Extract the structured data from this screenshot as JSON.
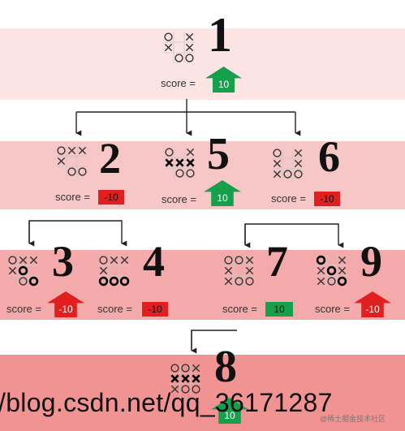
{
  "colors": {
    "band_light": "#fde8e8",
    "band_mid": "#f7c4c4",
    "band_deep": "#f29c9c",
    "win": "#16a04b",
    "lose": "#e11f1f"
  },
  "score_label": "score =",
  "nodes": [
    {
      "id": "1",
      "label": "1",
      "score": "10",
      "type": "up-arrow",
      "color": "win",
      "board": [
        [
          "O",
          "",
          "X"
        ],
        [
          "X",
          "",
          "X"
        ],
        [
          "",
          "O",
          "O"
        ]
      ],
      "bold": []
    },
    {
      "id": "2",
      "label": "2",
      "score": "-10",
      "type": "box",
      "color": "lose",
      "board": [
        [
          "O",
          "X",
          "X"
        ],
        [
          "X",
          "",
          ""
        ],
        [
          "",
          "O",
          "O"
        ]
      ],
      "bold": []
    },
    {
      "id": "5",
      "label": "5",
      "score": "10",
      "type": "up-arrow",
      "color": "win",
      "board": [
        [
          "O",
          "",
          "X"
        ],
        [
          "X",
          "X",
          "X"
        ],
        [
          "",
          "O",
          "O"
        ]
      ],
      "bold": [
        [
          1,
          0
        ],
        [
          1,
          1
        ],
        [
          1,
          2
        ]
      ]
    },
    {
      "id": "6",
      "label": "6",
      "score": "-10",
      "type": "box",
      "color": "lose",
      "board": [
        [
          "O",
          "",
          "X"
        ],
        [
          "X",
          "",
          "X"
        ],
        [
          "X",
          "O",
          "O"
        ]
      ],
      "bold": []
    },
    {
      "id": "3",
      "label": "3",
      "score": "-10",
      "type": "up-arrow",
      "color": "lose",
      "board": [
        [
          "O",
          "X",
          "X"
        ],
        [
          "X",
          "O",
          ""
        ],
        [
          "",
          "O",
          "O"
        ]
      ],
      "bold": [
        [
          1,
          1
        ],
        [
          2,
          2
        ]
      ]
    },
    {
      "id": "4",
      "label": "4",
      "score": "-10",
      "type": "box",
      "color": "lose",
      "board": [
        [
          "O",
          "X",
          "X"
        ],
        [
          "X",
          "",
          ""
        ],
        [
          "O",
          "O",
          "O"
        ]
      ],
      "bold": [
        [
          2,
          0
        ],
        [
          2,
          1
        ],
        [
          2,
          2
        ]
      ]
    },
    {
      "id": "7",
      "label": "7",
      "score": "10",
      "type": "box",
      "color": "win",
      "board": [
        [
          "O",
          "O",
          "X"
        ],
        [
          "X",
          "",
          "X"
        ],
        [
          "X",
          "O",
          "O"
        ]
      ],
      "bold": []
    },
    {
      "id": "9",
      "label": "9",
      "score": "-10",
      "type": "up-arrow",
      "color": "lose",
      "board": [
        [
          "O",
          "",
          "X"
        ],
        [
          "X",
          "O",
          "X"
        ],
        [
          "X",
          "O",
          "O"
        ]
      ],
      "bold": [
        [
          0,
          0
        ],
        [
          1,
          1
        ],
        [
          2,
          2
        ]
      ]
    },
    {
      "id": "8",
      "label": "8",
      "score": "10",
      "type": "up-arrow",
      "color": "win",
      "board": [
        [
          "O",
          "O",
          "X"
        ],
        [
          "X",
          "X",
          "X"
        ],
        [
          "X",
          "O",
          "O"
        ]
      ],
      "bold": [
        [
          1,
          0
        ],
        [
          1,
          1
        ],
        [
          1,
          2
        ]
      ]
    }
  ],
  "watermark": "/blog.csdn.net/qq_36171287",
  "credit": "@稀土掘金技术社区"
}
